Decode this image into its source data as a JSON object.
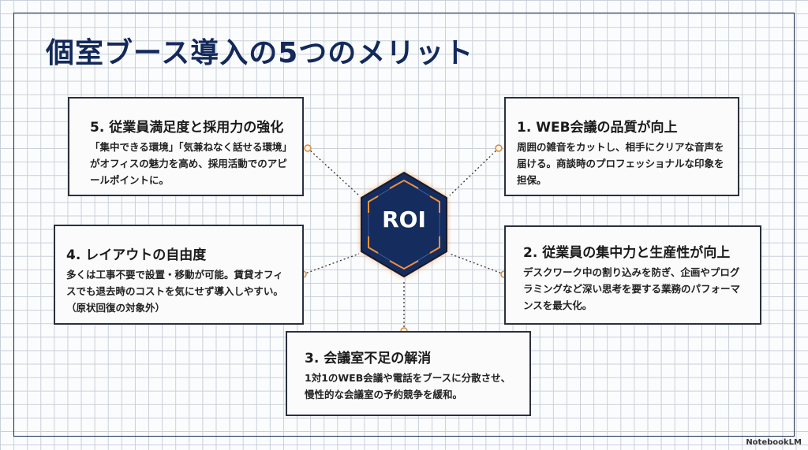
{
  "title": "個室ブース導入の5つのメリット",
  "center": {
    "label": "ROI"
  },
  "cards": [
    {
      "heading": "1. WEB会議の品質が向上",
      "body": "周囲の雑音をカットし、相手にクリアな音声を届ける。商談時のプロフェッショナルな印象を担保。"
    },
    {
      "heading": "2. 従業員の集中力と生産性が向上",
      "body": "デスクワーク中の割り込みを防ぎ、企画やプログラミングなど深い思考を要する業務のパフォーマンスを最大化。"
    },
    {
      "heading": "3. 会議室不足の解消",
      "body": "1対1のWEB会議や電話をブースに分散させ、慢性的な会議室の予約競争を緩和。"
    },
    {
      "heading": "4. レイアウトの自由度",
      "body": "多くは工事不要で設置・移動が可能。賃貸オフィスでも退去時のコストを気にせず導入しやすい。（原状回復の対象外）"
    },
    {
      "heading": "5. 従業員満足度と採用力の強化",
      "body": "「集中できる環境」「気兼ねなく話せる環境」がオフィスの魅力を高め、採用活動でのアピールポイントに。"
    }
  ],
  "branding": "NotebookLM",
  "colors": {
    "navy": "#13295a",
    "accent": "#e98a2f"
  }
}
